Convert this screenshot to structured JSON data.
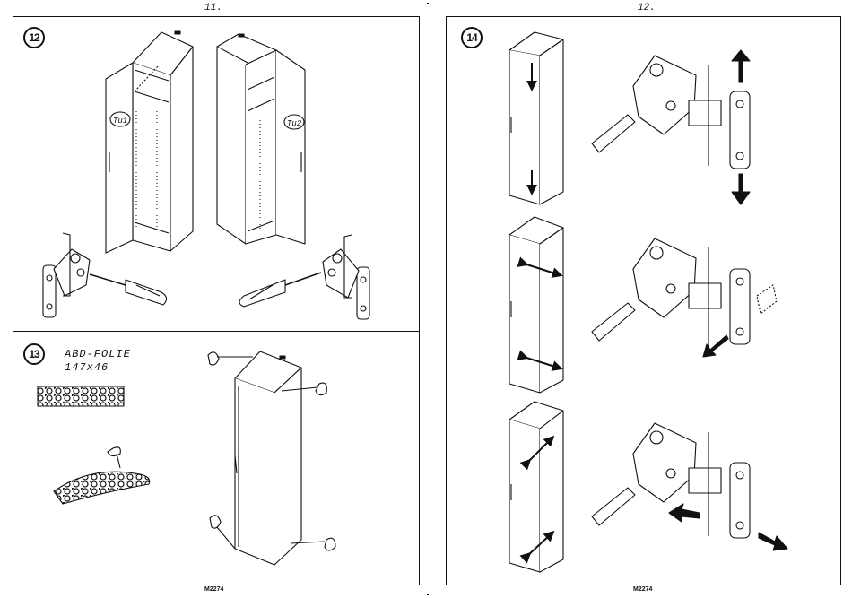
{
  "pages": [
    {
      "page_number": "11.",
      "footer_code": "M2274",
      "steps": [
        {
          "number": "12",
          "door_labels": [
            "Tu1",
            "Tu2"
          ]
        },
        {
          "number": "13",
          "foil_name": "ABD-FOLIE",
          "foil_size": "147x46"
        }
      ]
    },
    {
      "page_number": "12.",
      "footer_code": "M2274",
      "steps": [
        {
          "number": "14"
        }
      ]
    }
  ]
}
